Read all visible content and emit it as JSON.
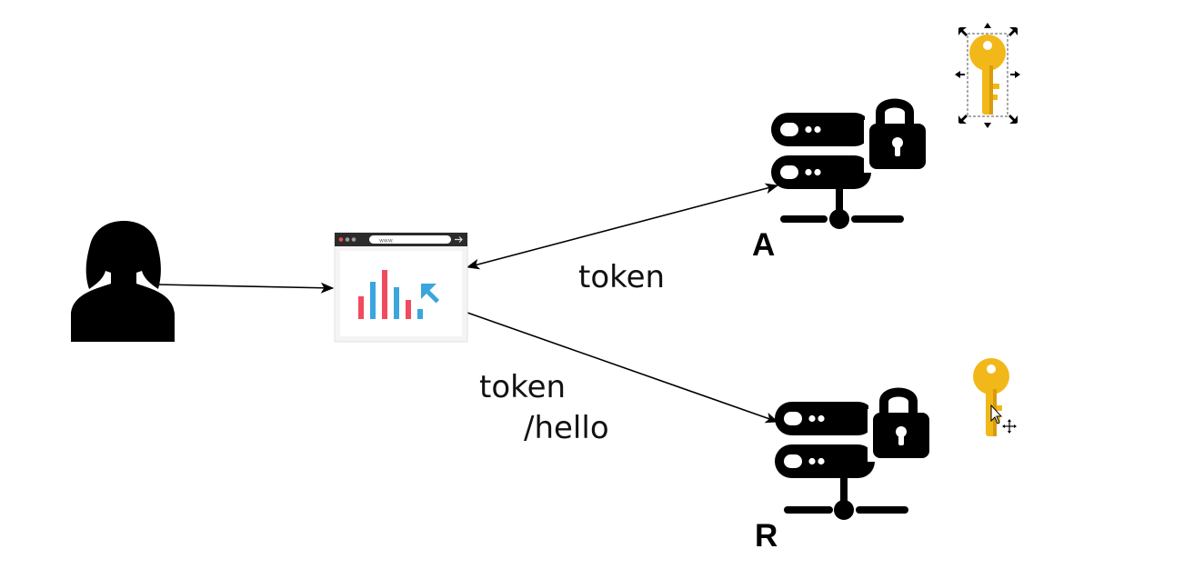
{
  "browser": {
    "url_text": "www."
  },
  "edges": {
    "a_label": "token",
    "r_label_line1": "token",
    "r_label_line2": "/hello"
  },
  "servers": {
    "a_label": "A",
    "r_label": "R"
  },
  "colors": {
    "key": "#f2b81a",
    "key_shade": "#d99a0b",
    "chart_red": "#f04b5f",
    "chart_blue": "#3aa6dd",
    "icon_black": "#000000"
  }
}
